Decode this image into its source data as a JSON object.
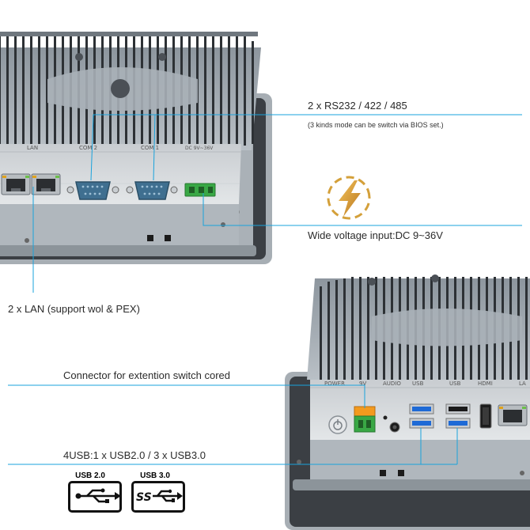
{
  "top_panel": {
    "port_labels": [
      "LAN",
      "COM 2",
      "COM 1",
      "DC 9V~36V"
    ]
  },
  "bottom_panel": {
    "port_labels": [
      "POWER",
      "9V",
      "AUDIO",
      "USB",
      "USB",
      "HDMI",
      "LA"
    ]
  },
  "callouts": {
    "serial_title": "2 x RS232 / 422 / 485",
    "serial_note": "(3 kinds mode can be switch via BIOS set.)",
    "dc_label": "Wide voltage input:DC 9~36V",
    "lan_label": "2 x LAN (support wol & PEX)",
    "switch_label": "Connector for extention switch cored",
    "usb_label": "4USB:1 x USB2.0 / 3 x USB3.0"
  },
  "badges": {
    "usb2_caption": "USB 2.0",
    "usb3_caption": "USB 3.0",
    "usb3_logo_text": "SS"
  },
  "colors": {
    "callout_line": "#1aa3dc",
    "chassis_fin": "#2d3135",
    "chassis_body": "#9aa3ab",
    "usb3_blue": "#1e6ad6",
    "terminal_green": "#39a845",
    "terminal_orange": "#f39a1e",
    "serial_port": "#3f6f90",
    "power_icon_gold": "#d4a03a"
  }
}
